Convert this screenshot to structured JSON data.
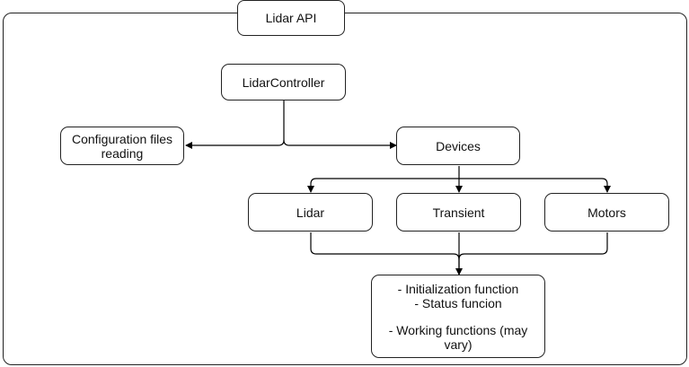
{
  "diagram": {
    "container": {
      "title": "Lidar API"
    },
    "nodes": {
      "controller": "LidarController",
      "config": [
        "Configuration files",
        "reading"
      ],
      "devices": "Devices",
      "lidar": "Lidar",
      "transient": "Transient",
      "motors": "Motors",
      "functions": [
        "- Initialization function",
        "- Status funcion",
        "",
        "- Working functions (may",
        "vary)"
      ]
    }
  }
}
